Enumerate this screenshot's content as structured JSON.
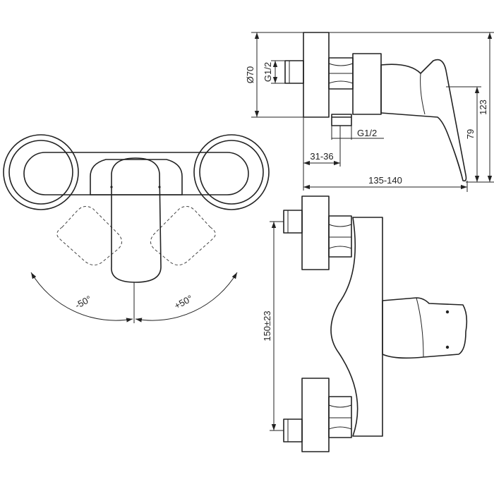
{
  "dimensions": {
    "diameter": "Ø70",
    "inlet_thread": "G1/2",
    "outlet_thread": "G1/2",
    "wall_offset": "31-36",
    "projection": "135-140",
    "height_total": "123",
    "height_outlet": "79",
    "centers": "150±23",
    "rotate_left": "-50°",
    "rotate_right": "+50°"
  },
  "colors": {
    "line": "#222222",
    "background": "#ffffff"
  }
}
